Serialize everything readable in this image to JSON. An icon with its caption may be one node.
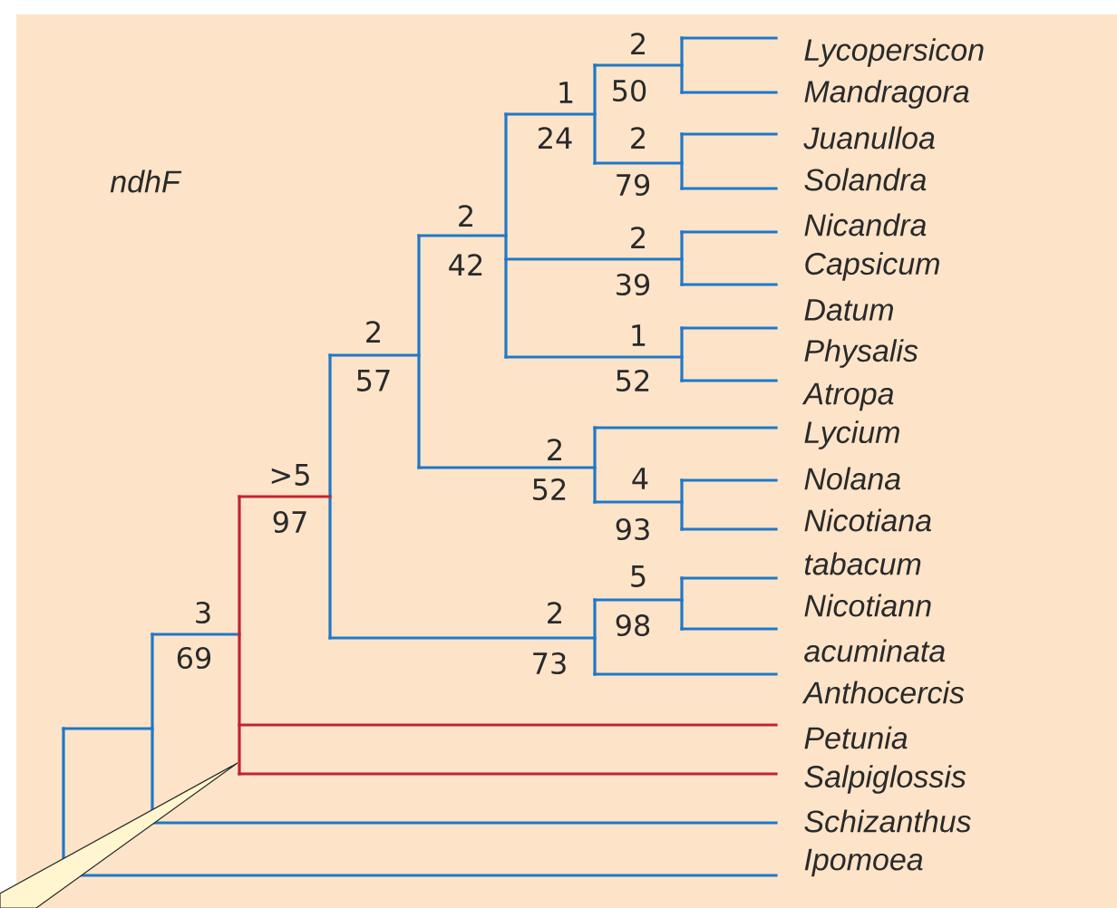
{
  "diagram": {
    "labels": [
      "ndhF",
      "2",
      "50",
      "1",
      "24",
      "2",
      "79",
      "2",
      "42",
      "2",
      "39",
      "1",
      "2",
      "52",
      "57",
      "2",
      ">5",
      "4",
      "52",
      "97",
      "93",
      "5",
      "2",
      "3",
      "98",
      "69",
      "73",
      "Lycopersicon",
      "Mandragora",
      "Juanulloa",
      "Solandra",
      "Nicandra",
      "Capsicum",
      "Datum",
      "Physalis",
      "Atropa",
      "Lycium",
      "Nolana",
      "Nicotiana",
      "tabacum",
      "Nicotiann",
      "acuminata",
      "Anthocercis",
      "Petunia",
      "Salpiglossis",
      "Schizanthus",
      "Ipomoea"
    ]
  }
}
